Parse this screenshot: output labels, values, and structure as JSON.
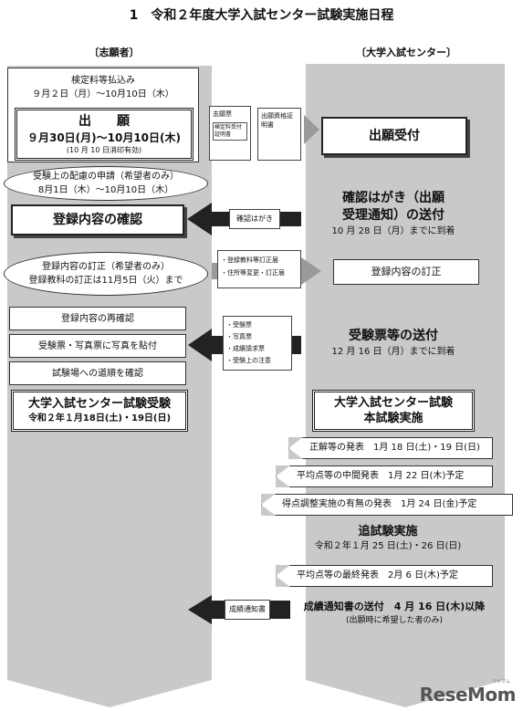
{
  "title": "1　令和２年度大学入試センター試験実施日程",
  "left_header": "〔志願者〕",
  "right_header": "〔大学入試センター〕",
  "fee": {
    "line1": "検定料等払込み",
    "line2": "９月２日（月）〜10月10日（木）"
  },
  "apply": {
    "title": "出　　願",
    "date": "９月30日(月)〜10月10日(木)",
    "note": "(10 月 10 日消印有効)"
  },
  "docs_a": {
    "doc1": "志願票",
    "doc1_sub": "検定料受付証明書",
    "doc2": "出願資格証明書"
  },
  "receipt": "出願受付",
  "consider": {
    "line1": "受験上の配慮の申請（希望者のみ）",
    "line2": "8月1日（木）〜10月10日（木）"
  },
  "confirm_card": {
    "title1": "確認はがき（出願",
    "title2": "受理通知）の送付",
    "date": "10 月 28 日（月）までに到着",
    "tag": "確認はがき"
  },
  "reg_confirm": "登録内容の確認",
  "correction": {
    "line1": "登録内容の訂正（希望者のみ）",
    "line2": "登録教科の訂正は11月5日（火）まで"
  },
  "forms": {
    "f1": "・登録教科等訂正届",
    "f2": "・住所等変更・訂正届"
  },
  "reg_fix": "登録内容の訂正",
  "left_steps": [
    "登録内容の再確認",
    "受験票・写真票に写真を貼付",
    "試験場への道順を確認"
  ],
  "ticket_docs": [
    "・受験票",
    "・写真票",
    "・成績請求票",
    "・受験上の注意"
  ],
  "ticket_send": {
    "title": "受験票等の送付",
    "date": "12 月 16 日（月）までに到着"
  },
  "exam_left": {
    "title": "大学入試センター試験受験",
    "date": "令和２年１月18日(土)・19日(日)"
  },
  "exam_right": {
    "title1": "大学入試センター試験",
    "title2": "本試験実施"
  },
  "ann1": "正解等の発表　1月 18 日(土)・19 日(日)",
  "ann2": "平均点等の中間発表　1月 22 日(木)予定",
  "ann3": "得点調整実施の有無の発表　1月 24 日(金)予定",
  "makeup": {
    "title": "追試験実施",
    "date": "令和２年１月 25 日(土)・26 日(日)"
  },
  "ann4": "平均点等の最終発表　2月 6 日(木)予定",
  "score_tag": "成績通知書",
  "score_send": {
    "title": "成績通知書の送付　4 月 16 日(木)以降",
    "note": "(出願時に希望した者のみ)"
  },
  "logo": "ReseMom",
  "logo_sub": "リセマム",
  "colors": {
    "arrow": "#c9c9c9",
    "dark": "#222222",
    "border": "#333333"
  }
}
